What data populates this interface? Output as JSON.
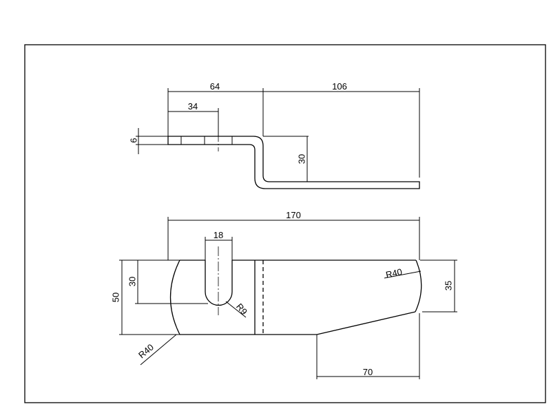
{
  "drawing": {
    "side_view": {
      "dims": {
        "d64": "64",
        "d106": "106",
        "d34": "34",
        "d6": "6",
        "d30": "30"
      }
    },
    "top_view": {
      "dims": {
        "d170": "170",
        "d18": "18",
        "d50": "50",
        "d30": "30",
        "r9": "R9",
        "r40_left": "R40",
        "r40_right": "R40",
        "d35": "35",
        "d70": "70"
      }
    }
  }
}
